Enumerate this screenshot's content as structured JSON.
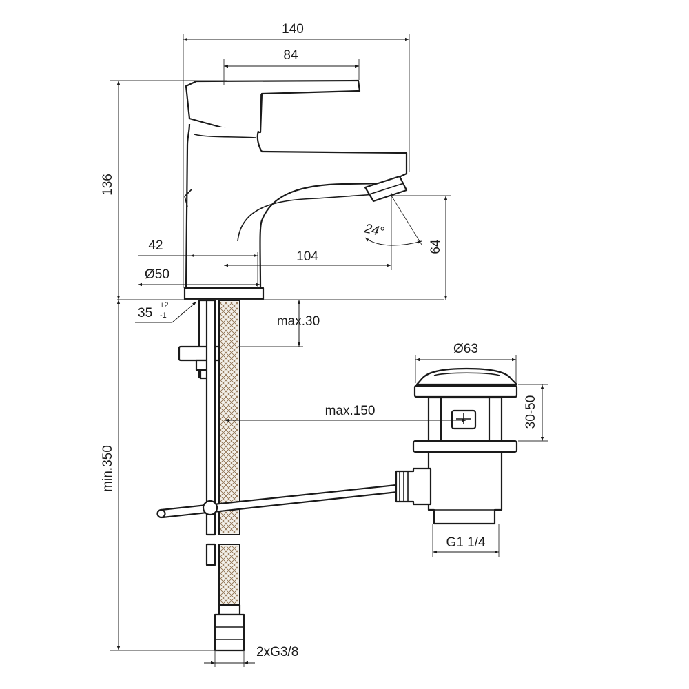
{
  "dimensions": {
    "overall_width": "140",
    "handle_width": "84",
    "total_height": "136",
    "base_offset": "42",
    "spout_reach": "104",
    "base_diameter": "Ø50",
    "spout_height": "64",
    "spout_angle": "24°",
    "counter_thickness_value": "35",
    "counter_thickness_tol_plus": "+2",
    "counter_thickness_tol_minus": "-1",
    "max_counter": "max.30",
    "pipe_min_length": "min.350",
    "waste_reach": "max.150",
    "waste_diameter": "Ø63",
    "waste_height": "30-50",
    "waste_thread": "G1 1/4",
    "hose_connection": "2xG3/8"
  }
}
